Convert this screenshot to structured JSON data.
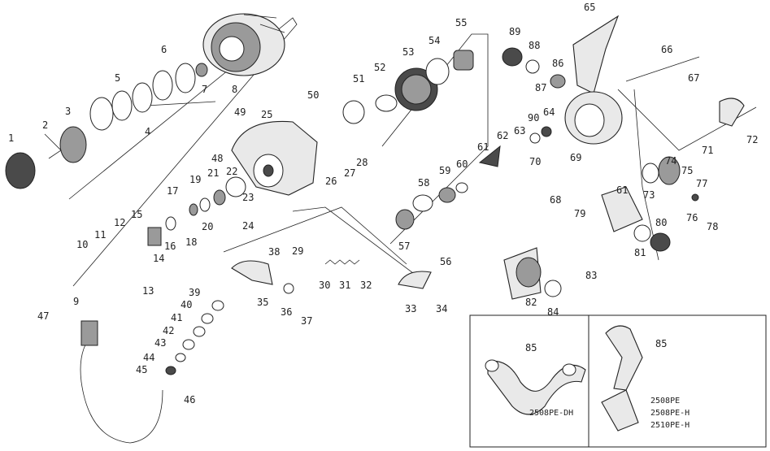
{
  "diagram": {
    "part_labels": [
      "1",
      "2",
      "3",
      "4",
      "5",
      "6",
      "7",
      "8",
      "9",
      "10",
      "11",
      "12",
      "13",
      "14",
      "15",
      "16",
      "17",
      "18",
      "19",
      "20",
      "21",
      "22",
      "23",
      "24",
      "25",
      "26",
      "27",
      "28",
      "29",
      "30",
      "31",
      "32",
      "33",
      "34",
      "35",
      "36",
      "37",
      "38",
      "39",
      "40",
      "41",
      "42",
      "43",
      "44",
      "45",
      "46",
      "47",
      "48",
      "49",
      "50",
      "51",
      "52",
      "53",
      "54",
      "55",
      "56",
      "57",
      "58",
      "59",
      "60",
      "61",
      "62",
      "63",
      "64",
      "65",
      "66",
      "67",
      "68",
      "69",
      "70",
      "71",
      "72",
      "73",
      "74",
      "75",
      "76",
      "77",
      "78",
      "79",
      "80",
      "81",
      "82",
      "83",
      "84",
      "85",
      "86",
      "87",
      "88",
      "89",
      "90",
      "61",
      "85"
    ],
    "inset": {
      "left_model": "2508PE-DH",
      "right_models": [
        "2508PE",
        "2508PE-H",
        "2510PE-H"
      ]
    }
  }
}
